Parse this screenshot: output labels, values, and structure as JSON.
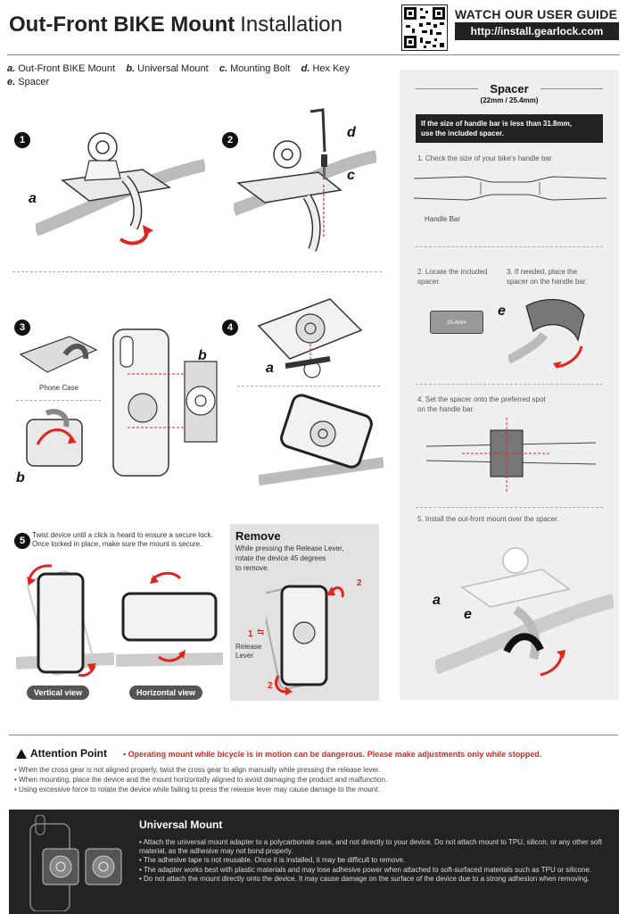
{
  "header": {
    "title_bold": "Out-Front BIKE Mount",
    "title_light": "Installation",
    "guide_title": "WATCH OUR USER GUIDE",
    "guide_url": "http://install.gearlock.com"
  },
  "parts": [
    {
      "letter": "a.",
      "name": "Out-Front BIKE Mount"
    },
    {
      "letter": "b.",
      "name": "Universal Mount"
    },
    {
      "letter": "c.",
      "name": "Mounting Bolt"
    },
    {
      "letter": "d.",
      "name": "Hex Key"
    },
    {
      "letter": "e.",
      "name": "Spacer"
    }
  ],
  "steps": {
    "s1": {
      "num": "1",
      "callout_a": "a"
    },
    "s2": {
      "num": "2",
      "callout_d": "d",
      "callout_c": "c"
    },
    "s3": {
      "num": "3",
      "callout_b1": "b",
      "callout_b2": "b",
      "phone_case": "Phone Case"
    },
    "s4": {
      "num": "4",
      "callout_a": "a"
    },
    "s5": {
      "num": "5",
      "note_line1": "Twist device until a click is heard to ensure a secure lock.",
      "note_line2": "Once locked in place, make sure the mount is secure.",
      "vertical_view": "Vertical view",
      "horizontal_view": "Horizontal view"
    }
  },
  "remove": {
    "title": "Remove",
    "line1": "While pressing the Release Lever,",
    "line2": "rotate the device 45 degrees",
    "line3": "to remove.",
    "release_lever_1": "Release",
    "release_lever_2": "Lever",
    "n1": "1",
    "n2a": "2",
    "n2b": "2"
  },
  "spacer": {
    "title": "Spacer",
    "subtitle": "(22mm / 25.4mm)",
    "warning_line1": "If the size of handle bar is less than 31.8mm,",
    "warning_line2": "use the included spacer.",
    "step1": "1. Check the size of your bike's handle bar.",
    "handle_bar": "Handle Bar",
    "step2_line1": "2. Locate the included",
    "step2_line2": "spacer.",
    "step3_line1": "3. If needed, place the",
    "step3_line2": "spacer on the handle bar.",
    "spacer_label": "25.4mm",
    "callout_e": "e",
    "step4_line1": "4. Set the spacer onto the preferred spot",
    "step4_line2": "on the handle bar.",
    "step5": "5. Install the out-front mount over the spacer.",
    "callout_a": "a",
    "callout_e2": "e"
  },
  "attention": {
    "title": "Attention Point",
    "warning": "• Operating mount while bicycle is in motion can be dangerous. Please make adjustments only while stopped.",
    "items": [
      "• When the cross gear is not aligned properly, twist the cross gear to align manually while pressing the release lever.",
      "• When mounting, place the device and the mount horizontally aligned to avoid damaging the product and malfunction.",
      "• Using excessive force to rotate the device while failing to press the release lever may cause damage to the mount."
    ]
  },
  "universal": {
    "title": "Universal Mount",
    "items": [
      "• Attach the universal mount adapter to a polycarbonate case, and not directly to your device. Do not attach mount to TPU, silicon, or any other soft material, as the adhesive may not bond properly.",
      "• The adhesive tape is not reusable. Once it is installed, it may be difficult to remove.",
      "• The adapter works best with plastic materials and may lose adhesive power when attached to soft-surfaced materials such as TPU or silicone.",
      "• Do not attach the mount directly onto the device. It may cause damage on the surface of the device due to a strong adhesion when removing."
    ]
  },
  "colors": {
    "accent_red": "#e0261b",
    "dark": "#232323",
    "panel": "#efefef"
  }
}
